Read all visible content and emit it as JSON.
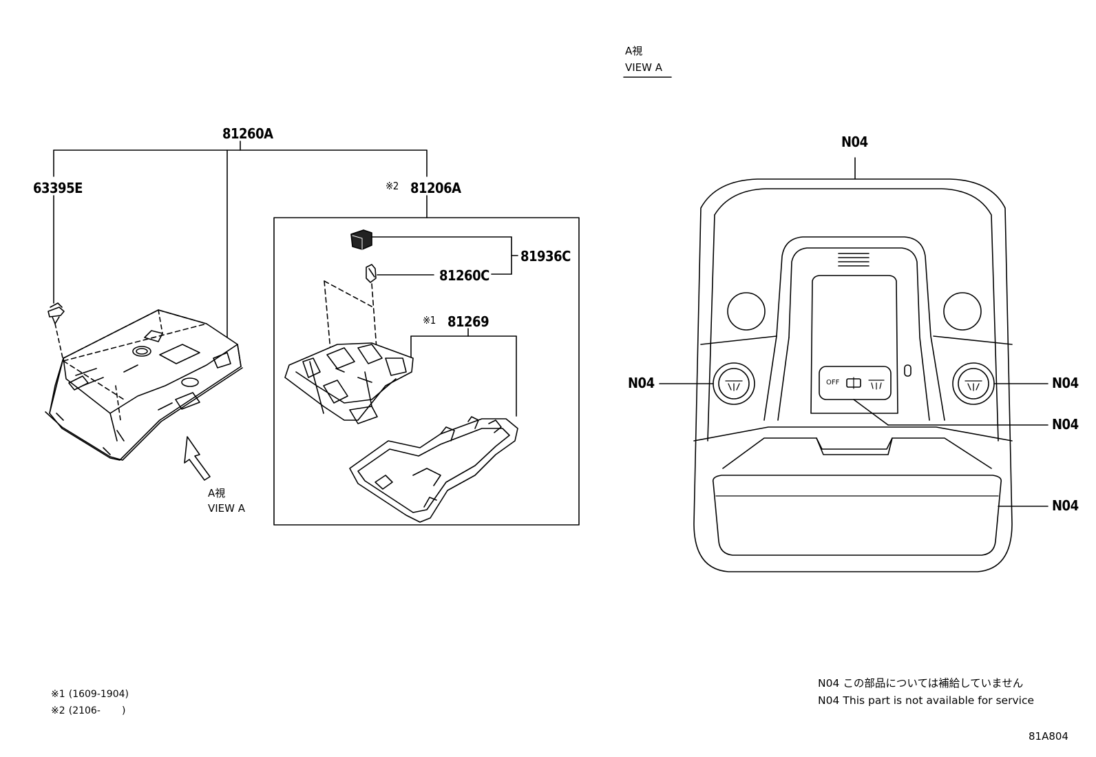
{
  "diagram": {
    "part_labels": {
      "assembly_81260A": "81260A",
      "clip_63395E": "63395E",
      "sub_assembly": {
        "mark": "※2",
        "code": "81206A"
      },
      "bulb_81936C": "81936C",
      "bulb_81260C": "81260C",
      "lens_81269": {
        "mark": "※1",
        "code": "81269"
      }
    },
    "view_arrow_label": {
      "jp": "A視",
      "en": "VIEW A"
    },
    "view_title": {
      "jp": "A視",
      "en": "VIEW A"
    },
    "view_callouts": {
      "top": "N04",
      "left_lamp": "N04",
      "right_lamp": "N04",
      "switch": "N04",
      "bin": "N04"
    },
    "switch_labels": {
      "off": "OFF"
    },
    "footnotes": [
      {
        "mark": "※1",
        "range": "(1609-1904)"
      },
      {
        "mark": "※2",
        "range": "(2106-       )"
      }
    ],
    "service_notes": [
      {
        "code": "N04",
        "text": "この部品については補給していません"
      },
      {
        "code": "N04",
        "text": "This part is not available for service"
      }
    ],
    "figure_id": "81A804"
  }
}
